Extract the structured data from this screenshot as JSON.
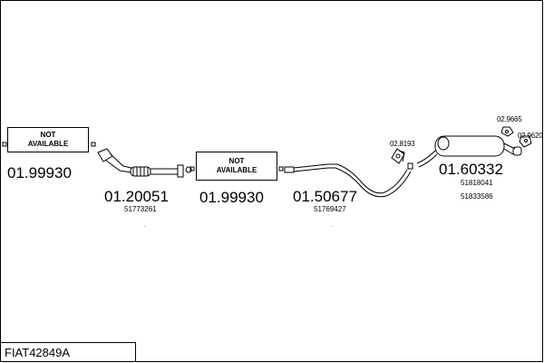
{
  "parts": {
    "front_pipe_na": {
      "label": "NOT\nAVAILABLE",
      "code": "01.99930"
    },
    "front_pipe": {
      "code": "01.20051",
      "oem": "51773261"
    },
    "catalyst_na": {
      "label": "NOT\nAVAILABLE",
      "code": "01.99930"
    },
    "middle_pipe": {
      "code": "01.50677",
      "oem": "51769427"
    },
    "rear_silencer": {
      "code": "01.60332",
      "oem": [
        "51818041",
        "51833586"
      ]
    },
    "mount_a": {
      "code": "02.8193"
    },
    "mount_b": {
      "code": "02.9665"
    },
    "mount_c": {
      "code": "02.9620"
    }
  },
  "title": "FIAT42849A"
}
